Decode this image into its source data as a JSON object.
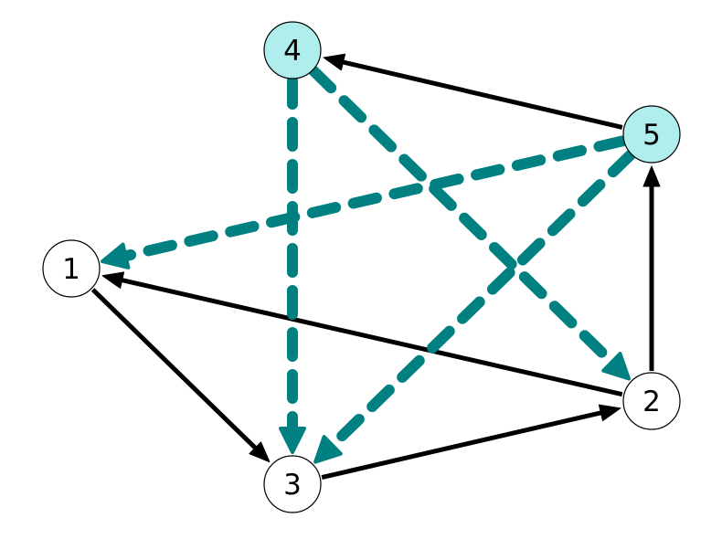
{
  "colors": {
    "edge_black": "#000000",
    "edge_teal": "#008080",
    "node_highlight": "#b0eeee",
    "node_default": "#ffffff",
    "node_stroke": "#000000"
  },
  "nodes": [
    {
      "id": "1",
      "label": "1",
      "highlighted": false
    },
    {
      "id": "2",
      "label": "2",
      "highlighted": false
    },
    {
      "id": "3",
      "label": "3",
      "highlighted": false
    },
    {
      "id": "4",
      "label": "4",
      "highlighted": true
    },
    {
      "id": "5",
      "label": "5",
      "highlighted": true
    }
  ],
  "edges": [
    {
      "from": "1",
      "to": "3",
      "style": "black"
    },
    {
      "from": "3",
      "to": "2",
      "style": "black"
    },
    {
      "from": "2",
      "to": "1",
      "style": "black"
    },
    {
      "from": "2",
      "to": "5",
      "style": "black"
    },
    {
      "from": "5",
      "to": "4",
      "style": "black"
    },
    {
      "from": "4",
      "to": "3",
      "style": "teal"
    },
    {
      "from": "4",
      "to": "2",
      "style": "teal"
    },
    {
      "from": "5",
      "to": "1",
      "style": "teal"
    },
    {
      "from": "5",
      "to": "3",
      "style": "teal"
    }
  ]
}
